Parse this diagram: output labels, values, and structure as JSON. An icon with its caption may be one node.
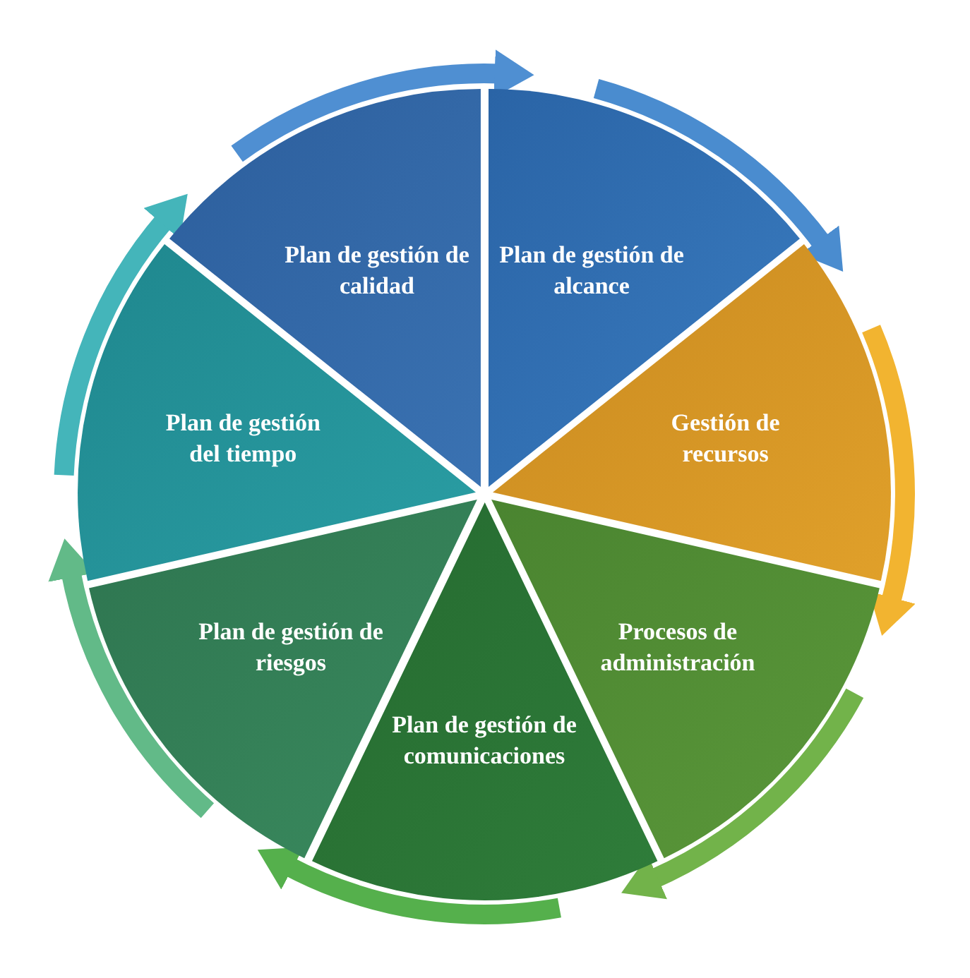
{
  "diagram": {
    "nodes": [
      {
        "text": [
          "Plan de gestión de alcance"
        ]
      },
      {
        "text": [
          "Gestión de recursos"
        ]
      },
      {
        "text": [
          "Procesos de administración"
        ]
      },
      {
        "text": [
          "Plan de gestión de comunicaciones"
        ]
      },
      {
        "text": [
          "Plan de gestión de riesgos"
        ]
      },
      {
        "text": [
          "Plan de gestión del tiempo"
        ]
      },
      {
        "text": [
          "Plan de gestión de calidad"
        ]
      }
    ],
    "edges": [
      {
        "from": 0,
        "to": 1,
        "arrow": "to",
        "color": "#4a8ccf"
      },
      {
        "from": 1,
        "to": 2,
        "arrow": "to",
        "color": "#f2b430"
      },
      {
        "from": 2,
        "to": 3,
        "arrow": "to",
        "color": "#72b34a"
      },
      {
        "from": 3,
        "to": 4,
        "arrow": "to",
        "color": "#55b04c"
      },
      {
        "from": 4,
        "to": 5,
        "arrow": "to",
        "color": "#62ba88"
      },
      {
        "from": 5,
        "to": 6,
        "arrow": "to",
        "color": "#44b5ba"
      },
      {
        "from": 6,
        "to": 0,
        "arrow": "to",
        "color": "#4f8fd2"
      }
    ]
  }
}
